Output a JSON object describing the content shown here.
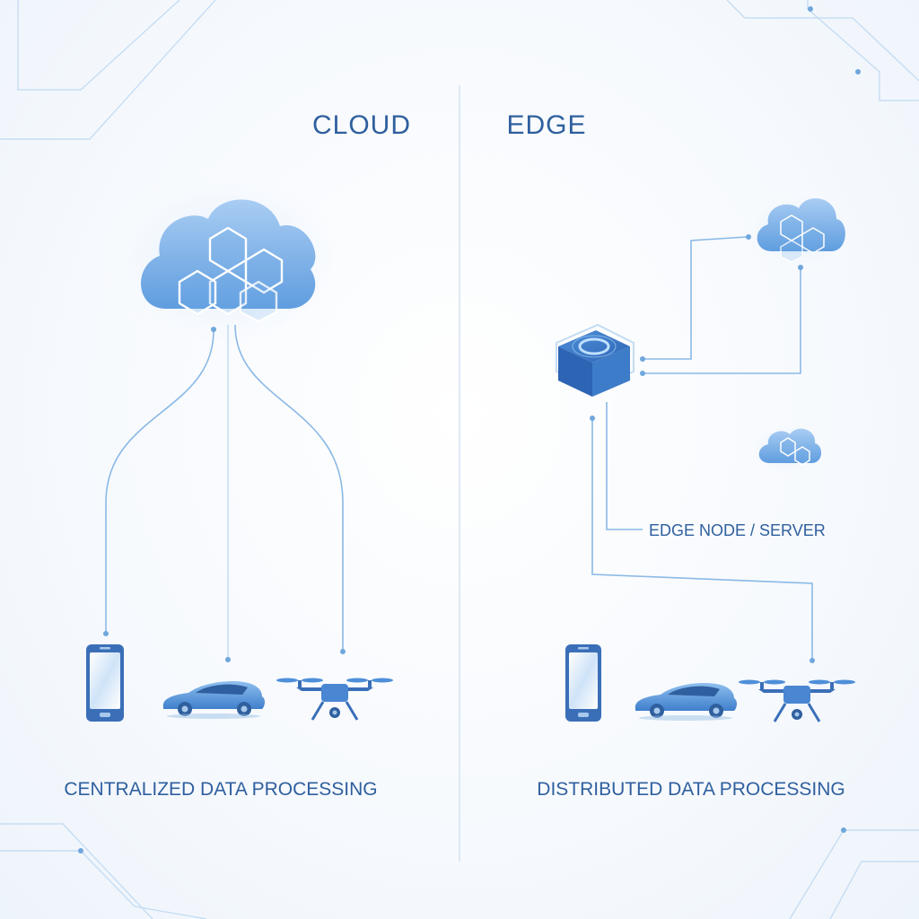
{
  "panels": {
    "left": {
      "title": "CLOUD",
      "caption": "CENTRALIZED DATA PROCESSING"
    },
    "right": {
      "title": "EDGE",
      "caption": "DISTRIBUTED DATA PROCESSING",
      "node_label": "EDGE NODE / SERVER"
    }
  },
  "colors": {
    "accent": "#2f5f9e",
    "cloud": "#7fb3e8",
    "device": "#3a6fb8",
    "wire": "#8ab9e6"
  },
  "icons": [
    "cloud-icon",
    "edge-server-icon",
    "smartphone-icon",
    "car-icon",
    "drone-icon"
  ]
}
